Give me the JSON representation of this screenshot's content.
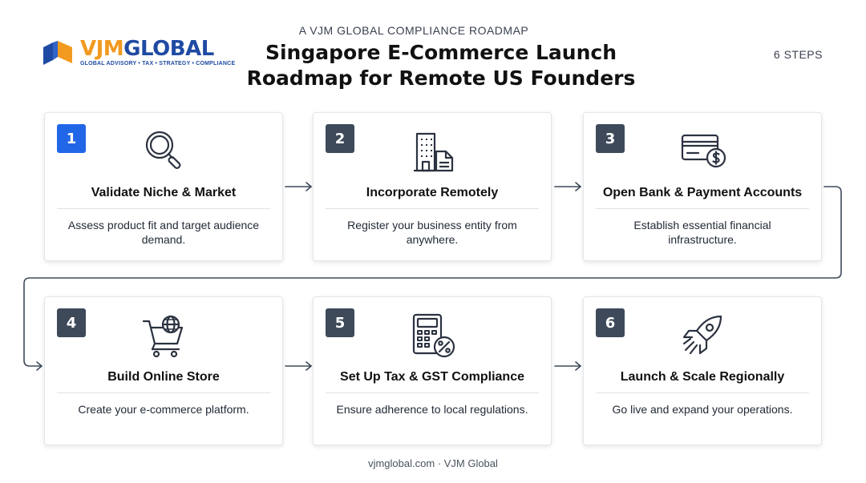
{
  "brand": {
    "name_part1": "VJM",
    "name_part2": "GLOBAL",
    "tagline": "GLOBAL ADVISORY • TAX • STRATEGY • COMPLIANCE"
  },
  "header": {
    "kicker": "A VJM GLOBAL COMPLIANCE ROADMAP",
    "title": "Singapore E-Commerce Launch Roadmap for Remote US Founders",
    "steps_count": "6 STEPS"
  },
  "steps": [
    {
      "number": "1",
      "title": "Validate Niche & Market",
      "description": "Assess product fit and target audience demand.",
      "icon": "magnifier-icon"
    },
    {
      "number": "2",
      "title": "Incorporate Remotely",
      "description": "Register your business entity from anywhere.",
      "icon": "building-document-icon"
    },
    {
      "number": "3",
      "title": "Open Bank & Payment Accounts",
      "description": "Establish essential financial infrastructure.",
      "icon": "card-dollar-icon"
    },
    {
      "number": "4",
      "title": "Build Online Store",
      "description": "Create your e-commerce platform.",
      "icon": "cart-globe-icon"
    },
    {
      "number": "5",
      "title": "Set Up Tax & GST Compliance",
      "description": "Ensure adherence to local regulations.",
      "icon": "calculator-percent-icon"
    },
    {
      "number": "6",
      "title": "Launch & Scale Regionally",
      "description": "Go live and expand your operations.",
      "icon": "rocket-icon"
    }
  ],
  "colors": {
    "active_badge": "#2266e8",
    "badge": "#3e4a5a",
    "logo_orange": "#f29a1f",
    "logo_blue": "#1f4aa3"
  },
  "footer": {
    "text": "vjmglobal.com · VJM Global"
  }
}
